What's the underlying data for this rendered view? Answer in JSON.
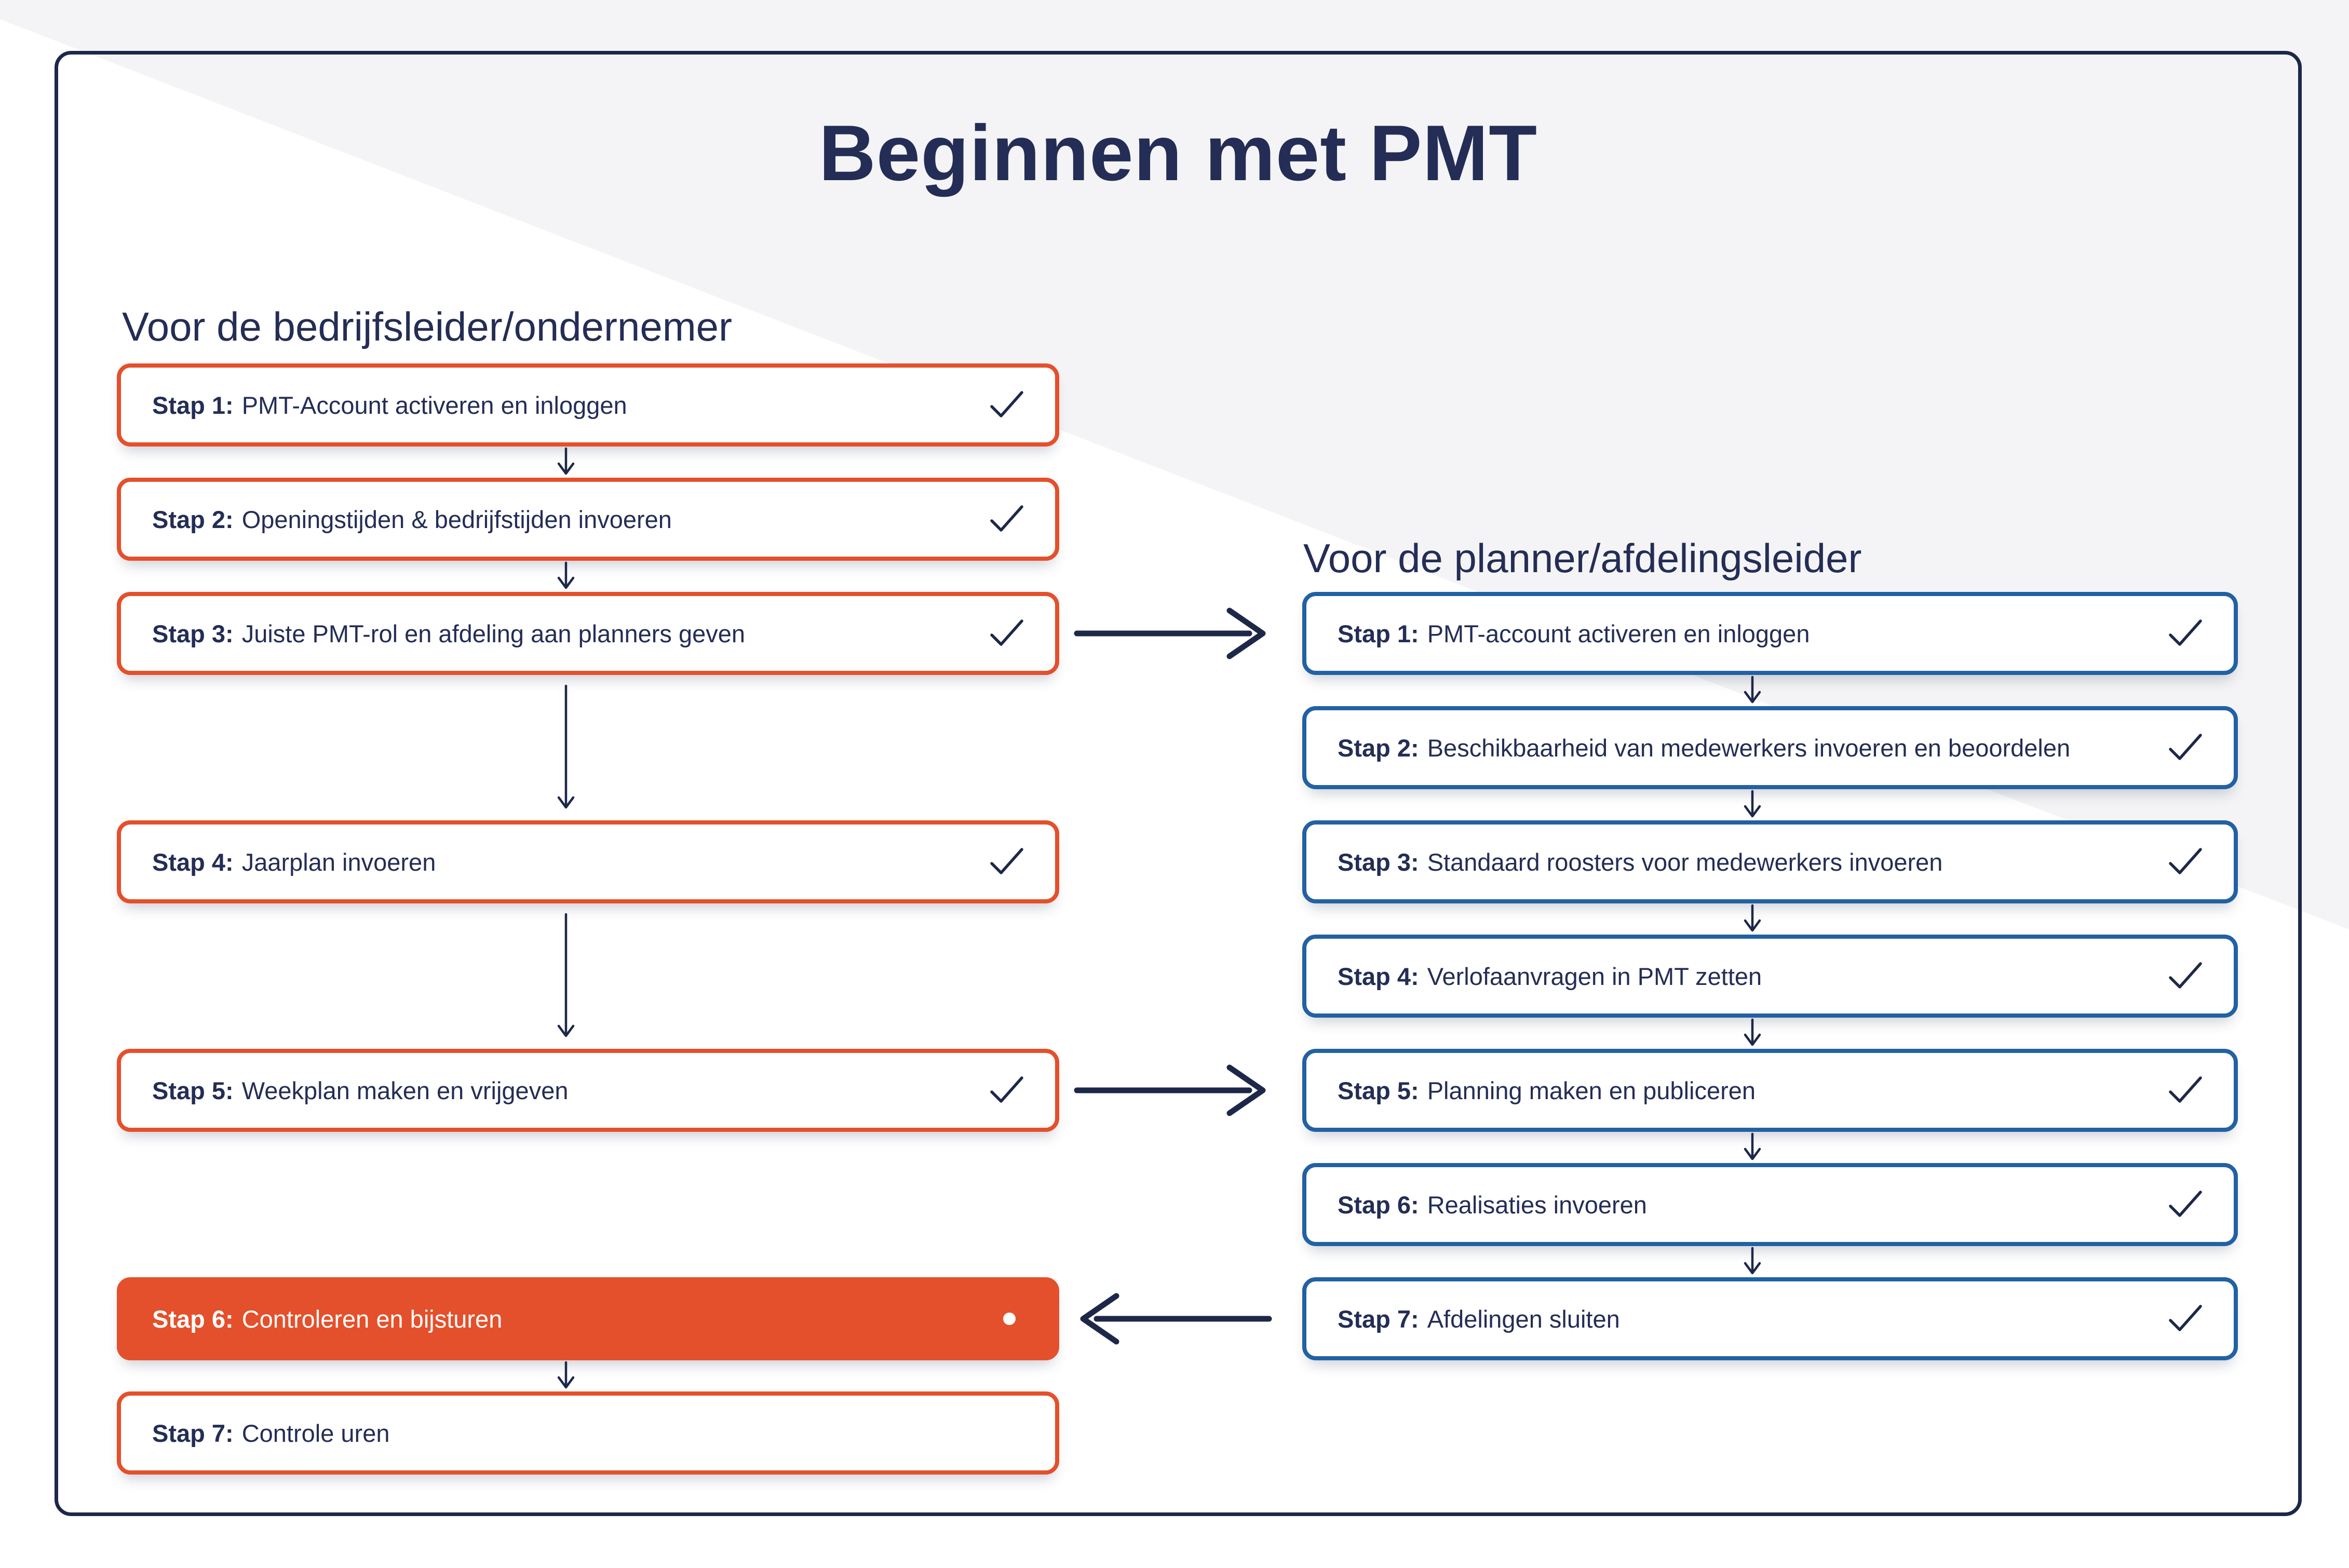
{
  "page": {
    "title": "Beginnen met PMT"
  },
  "left_flow": {
    "heading": "Voor de bedrijfsleider/ondernemer",
    "steps": [
      {
        "label": "Stap 1:",
        "text": "PMT-Account activeren en inloggen",
        "status": "check",
        "active": false
      },
      {
        "label": "Stap 2:",
        "text": "Openingstijden & bedrijfstijden invoeren",
        "status": "check",
        "active": false
      },
      {
        "label": "Stap 3:",
        "text": "Juiste PMT-rol en afdeling aan planners geven",
        "status": "check",
        "active": false
      },
      {
        "label": "Stap 4:",
        "text": "Jaarplan invoeren",
        "status": "check",
        "active": false
      },
      {
        "label": "Stap 5:",
        "text": "Weekplan maken en vrijgeven",
        "status": "check",
        "active": false
      },
      {
        "label": "Stap 6:",
        "text": "Controleren en bijsturen",
        "status": "dot",
        "active": true
      },
      {
        "label": "Stap 7:",
        "text": "Controle uren",
        "status": "none",
        "active": false
      }
    ]
  },
  "right_flow": {
    "heading": "Voor de planner/afdelingsleider",
    "steps": [
      {
        "label": "Stap 1:",
        "text": "PMT-account activeren en inloggen",
        "status": "check",
        "active": false
      },
      {
        "label": "Stap 2:",
        "text": "Beschikbaarheid van medewerkers invoeren en beoordelen",
        "status": "check",
        "active": false
      },
      {
        "label": "Stap 3:",
        "text": "Standaard roosters voor medewerkers invoeren",
        "status": "check",
        "active": false
      },
      {
        "label": "Stap 4:",
        "text": "Verlofaanvragen in PMT zetten",
        "status": "check",
        "active": false
      },
      {
        "label": "Stap 5:",
        "text": "Planning maken en publiceren",
        "status": "check",
        "active": false
      },
      {
        "label": "Stap 6:",
        "text": "Realisaties invoeren",
        "status": "check",
        "active": false
      },
      {
        "label": "Stap 7:",
        "text": "Afdelingen sluiten",
        "status": "check",
        "active": false
      }
    ]
  },
  "icons": {
    "check": "check-icon",
    "dot": "dot-icon",
    "arrow_down": "arrow-down-icon",
    "arrow_right": "arrow-right-icon",
    "arrow_left": "arrow-left-icon"
  },
  "colors": {
    "navy": "#1D2849",
    "text_navy": "#242D55",
    "orange": "#E4502B",
    "blue": "#2261A3",
    "bg_gray": "#F4F4F6",
    "white": "#FFFFFF"
  }
}
